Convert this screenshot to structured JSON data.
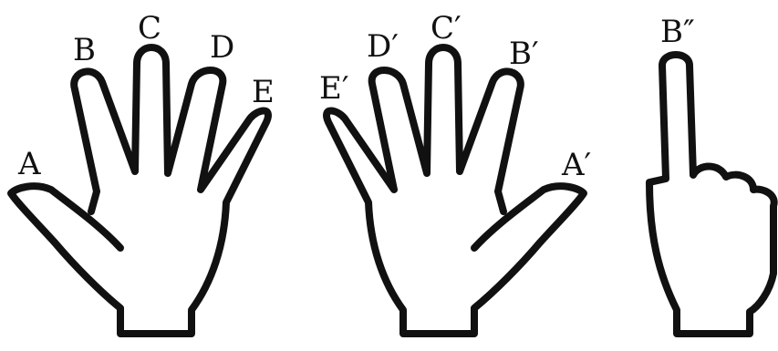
{
  "hands": {
    "left": {
      "thumb": "A",
      "index": "B",
      "middle": "C",
      "ring": "D",
      "little": "E"
    },
    "right": {
      "little": "E′",
      "ring": "D′",
      "middle": "C′",
      "index": "B′",
      "thumb": "A′"
    },
    "pointing": {
      "index": "B″"
    }
  },
  "colors": {
    "line": "#111111",
    "background": "#ffffff"
  }
}
